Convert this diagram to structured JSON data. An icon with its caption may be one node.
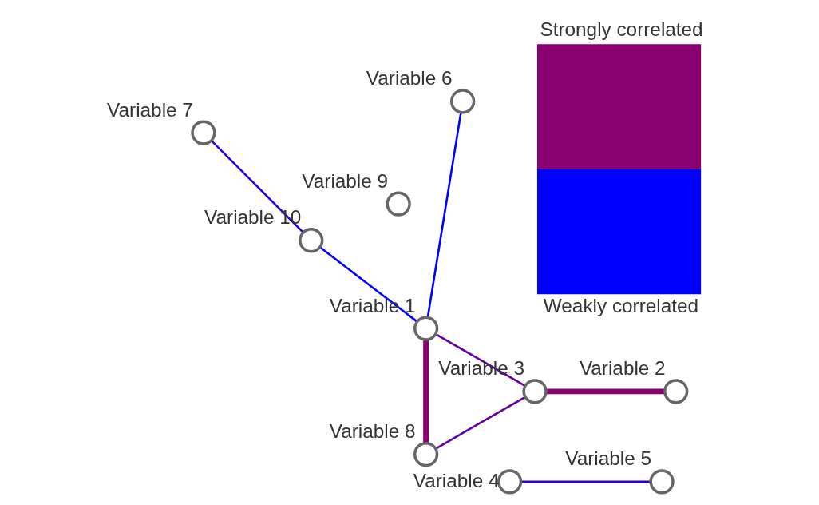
{
  "diagram": {
    "nodes": [
      {
        "text": [],
        "shape": "circle",
        "beside": [
          "Variable 1"
        ]
      },
      {
        "text": [],
        "shape": "circle",
        "beside": [
          "Variable 2"
        ]
      },
      {
        "text": [],
        "shape": "circle",
        "beside": [
          "Variable 3"
        ]
      },
      {
        "text": [],
        "shape": "circle",
        "beside": [
          "Variable 4"
        ]
      },
      {
        "text": [],
        "shape": "circle",
        "beside": [
          "Variable 5"
        ]
      },
      {
        "text": [],
        "shape": "circle",
        "beside": [
          "Variable 6"
        ]
      },
      {
        "text": [],
        "shape": "circle",
        "beside": [
          "Variable 7"
        ]
      },
      {
        "text": [],
        "shape": "circle",
        "beside": [
          "Variable 8"
        ]
      },
      {
        "text": [],
        "shape": "circle",
        "beside": [
          "Variable 9"
        ]
      },
      {
        "text": [],
        "shape": "circle",
        "beside": [
          "Variable 10"
        ]
      }
    ],
    "edges": [
      {
        "from": 0,
        "to": 9,
        "arrow": "none",
        "color": "#0000ff"
      },
      {
        "from": 0,
        "to": 7,
        "arrow": "none",
        "style": "thick",
        "color": "#8b0070"
      },
      {
        "from": 0,
        "to": 2,
        "arrow": "none",
        "color": "#6000a0"
      },
      {
        "from": 0,
        "to": 5,
        "arrow": "none",
        "color": "#0000ff"
      },
      {
        "from": 1,
        "to": 2,
        "arrow": "none",
        "style": "thick",
        "color": "#8b0070"
      },
      {
        "from": 2,
        "to": 7,
        "arrow": "none",
        "color": "#6000a0"
      },
      {
        "from": 9,
        "to": 6,
        "arrow": "none",
        "color": "#3000c8"
      },
      {
        "from": 3,
        "to": 4,
        "arrow": "none",
        "color": "#3000c8"
      }
    ],
    "legend": [
      {
        "text": "Strongly correlated",
        "color": "#8b0070"
      },
      {
        "text": "Weakly correlated",
        "color": "#0000ff"
      }
    ]
  }
}
